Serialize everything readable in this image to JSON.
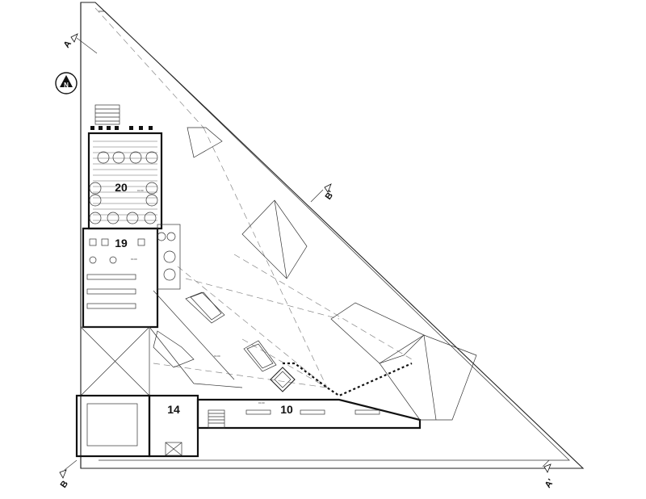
{
  "rooms": {
    "r20": "20",
    "r19": "19",
    "r14": "14",
    "r10": "10"
  },
  "section_marks": {
    "a_top": "A",
    "a_bottom": "A'",
    "b_left": "B",
    "b_right": "B'"
  },
  "north": {
    "letter": "N"
  },
  "level_tags": {
    "t1": "±0.00",
    "t2": "±0.00",
    "t3": "±0.00",
    "t4": "±0.00"
  }
}
